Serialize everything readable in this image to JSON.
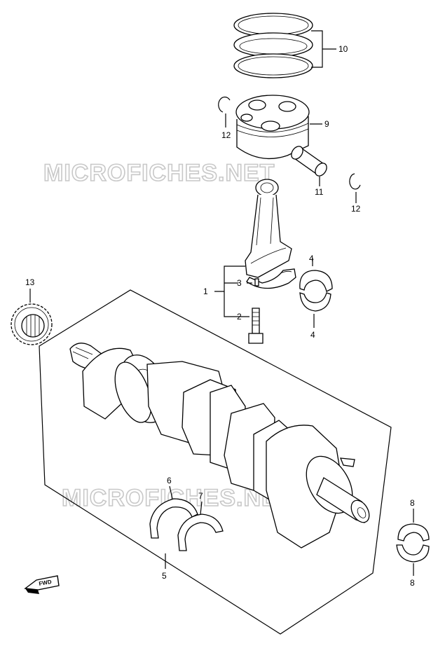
{
  "watermark": {
    "text": "MICROFICHES.NET"
  },
  "labels": {
    "l1": "1",
    "l2": "2",
    "l3": "3",
    "l4a": "4",
    "l4b": "4",
    "l5": "5",
    "l6": "6",
    "l7": "7",
    "l8a": "8",
    "l8b": "8",
    "l9": "9",
    "l10": "10",
    "l11": "11",
    "l12a": "12",
    "l12b": "12",
    "l13": "13"
  },
  "fwd_badge": "FWD",
  "parts": [
    {
      "ref": "1",
      "name": "connecting-rod-set"
    },
    {
      "ref": "2",
      "name": "connecting-rod-bolt"
    },
    {
      "ref": "3",
      "name": "connecting-rod-cap"
    },
    {
      "ref": "4",
      "name": "connecting-rod-bearing"
    },
    {
      "ref": "5",
      "name": "crankshaft-thrust-bearing-set"
    },
    {
      "ref": "6",
      "name": "thrust-bearing-upper"
    },
    {
      "ref": "7",
      "name": "thrust-bearing-lower"
    },
    {
      "ref": "8",
      "name": "crankshaft-main-bearing"
    },
    {
      "ref": "9",
      "name": "piston"
    },
    {
      "ref": "10",
      "name": "piston-ring-set"
    },
    {
      "ref": "11",
      "name": "piston-pin"
    },
    {
      "ref": "12",
      "name": "piston-pin-circlip"
    },
    {
      "ref": "13",
      "name": "crankshaft-sprocket"
    }
  ]
}
